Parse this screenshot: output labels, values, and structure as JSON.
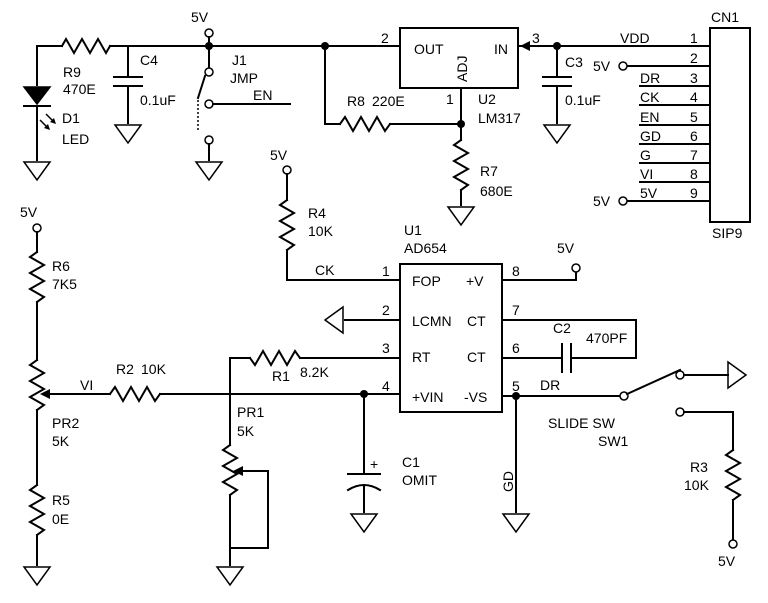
{
  "power": {
    "v5": "5V"
  },
  "r9": {
    "ref": "R9",
    "val": "470E"
  },
  "c4": {
    "ref": "C4",
    "val": "0.1uF"
  },
  "d1": {
    "ref": "D1",
    "val": "LED"
  },
  "j1": {
    "ref": "J1",
    "val": "JMP",
    "net": "EN"
  },
  "u2": {
    "ref": "U2",
    "val": "LM317",
    "pin_out": "OUT",
    "pin_adj": "ADJ",
    "pin_in": "IN",
    "pin1": "1",
    "pin2": "2",
    "pin3": "3"
  },
  "r8": {
    "ref": "R8",
    "val": "220E"
  },
  "r7": {
    "ref": "R7",
    "val": "680E"
  },
  "c3": {
    "ref": "C3",
    "val": "0.1uF"
  },
  "cn1": {
    "ref": "CN1",
    "val": "SIP9",
    "vdd": "VDD",
    "pins": [
      {
        "num": "1",
        "net": ""
      },
      {
        "num": "2",
        "net": ""
      },
      {
        "num": "3",
        "net": "DR"
      },
      {
        "num": "4",
        "net": "CK"
      },
      {
        "num": "5",
        "net": "EN"
      },
      {
        "num": "6",
        "net": "GD"
      },
      {
        "num": "7",
        "net": "G"
      },
      {
        "num": "8",
        "net": "VI"
      },
      {
        "num": "9",
        "net": "5V"
      }
    ]
  },
  "r4": {
    "ref": "R4",
    "val": "10K",
    "net": "CK"
  },
  "u1": {
    "ref": "U1",
    "val": "AD654",
    "pins": [
      {
        "num": "1",
        "name": "FOP"
      },
      {
        "num": "2",
        "name": "LCMN"
      },
      {
        "num": "3",
        "name": "RT"
      },
      {
        "num": "4",
        "name": "+VIN"
      },
      {
        "num": "8",
        "name": "+V"
      },
      {
        "num": "7",
        "name": "CT"
      },
      {
        "num": "6",
        "name": "CT"
      },
      {
        "num": "5",
        "name": "-VS"
      }
    ]
  },
  "c2": {
    "ref": "C2",
    "val": "470PF"
  },
  "r6": {
    "ref": "R6",
    "val": "7K5"
  },
  "r2": {
    "ref": "R2",
    "val": "10K",
    "net": "VI"
  },
  "r1": {
    "ref": "R1",
    "val": "8.2K"
  },
  "pr2": {
    "ref": "PR2",
    "val": "5K"
  },
  "pr1": {
    "ref": "PR1",
    "val": "5K"
  },
  "r5": {
    "ref": "R5",
    "val": "0E"
  },
  "c1": {
    "ref": "C1",
    "val": "OMIT",
    "plus": "+"
  },
  "gd": {
    "net": "GD"
  },
  "sw1": {
    "ref": "SW1",
    "val": "SLIDE SW",
    "net": "DR"
  },
  "r3": {
    "ref": "R3",
    "val": "10K"
  }
}
